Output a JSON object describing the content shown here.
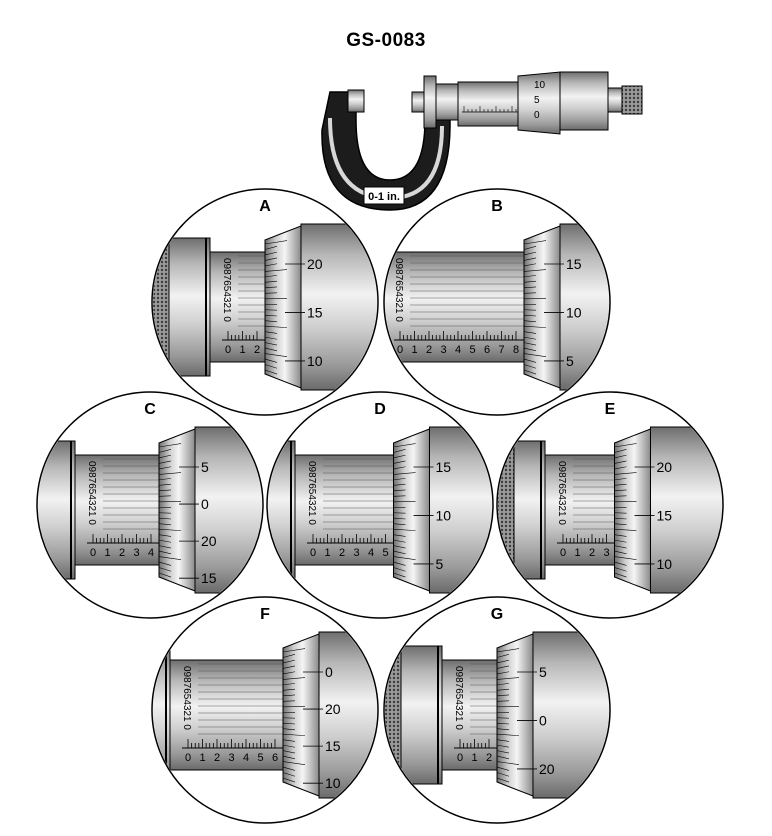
{
  "title": "GS-0083",
  "micrometer": {
    "frame_label": "0-1 in.",
    "thimble_marks": [
      "10",
      "5",
      "0"
    ]
  },
  "vernier_digits": "0987654321 0",
  "colors": {
    "metal_dark": "#7a7a7a",
    "metal_light": "#e8e8e8",
    "frame": "#1c1c1c",
    "line": "#000000"
  },
  "panels": [
    {
      "label": "A",
      "sleeve_numbers": [
        "0",
        "1",
        "2"
      ],
      "thimble_numbers": [
        "20",
        "15",
        "10"
      ],
      "knurled": true
    },
    {
      "label": "B",
      "sleeve_numbers": [
        "0",
        "1",
        "2",
        "3",
        "4",
        "5",
        "6",
        "7",
        "8"
      ],
      "thimble_numbers": [
        "15",
        "10",
        "5"
      ],
      "knurled": false
    },
    {
      "label": "C",
      "sleeve_numbers": [
        "0",
        "1",
        "2",
        "3",
        "4"
      ],
      "thimble_numbers": [
        "5",
        "0",
        "20",
        "15"
      ],
      "knurled": false
    },
    {
      "label": "D",
      "sleeve_numbers": [
        "0",
        "1",
        "2",
        "3",
        "4",
        "5"
      ],
      "thimble_numbers": [
        "15",
        "10",
        "5"
      ],
      "knurled": false
    },
    {
      "label": "E",
      "sleeve_numbers": [
        "0",
        "1",
        "2",
        "3"
      ],
      "thimble_numbers": [
        "20",
        "15",
        "10"
      ],
      "knurled": true
    },
    {
      "label": "F",
      "sleeve_numbers": [
        "0",
        "1",
        "2",
        "3",
        "4",
        "5",
        "6"
      ],
      "thimble_numbers": [
        "0",
        "20",
        "15",
        "10"
      ],
      "knurled": false
    },
    {
      "label": "G",
      "sleeve_numbers": [
        "0",
        "1",
        "2"
      ],
      "thimble_numbers": [
        "5",
        "0",
        "20"
      ],
      "knurled": true
    }
  ]
}
